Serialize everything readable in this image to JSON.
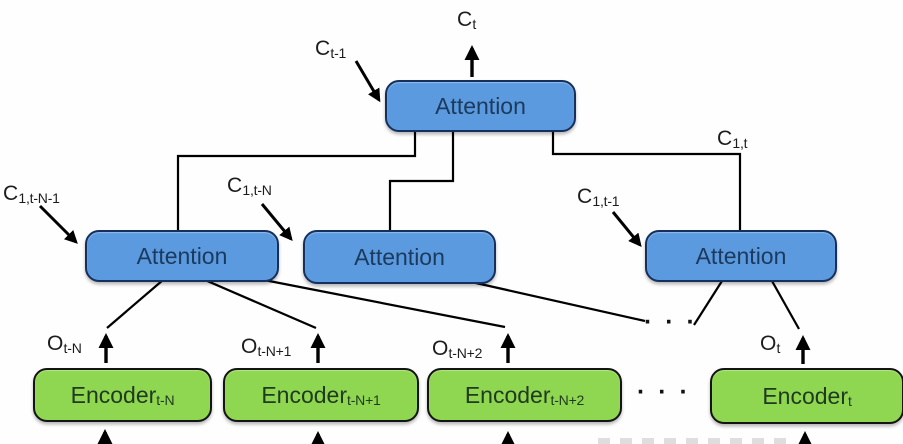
{
  "colors": {
    "attention_fill": "#5b9ade",
    "attention_border": "#16305e",
    "attention_text": "#1b3a5e",
    "encoder_fill": "#8fd750",
    "encoder_border": "#141414",
    "encoder_text": "#203a20",
    "line": "#000000",
    "label": "#1c1c1c"
  },
  "attention": {
    "top": "Attention",
    "left": "Attention",
    "middle": "Attention",
    "right": "Attention"
  },
  "encoders": [
    {
      "main": "Encoder",
      "sub": "t-N"
    },
    {
      "main": "Encoder",
      "sub": "t-N+1"
    },
    {
      "main": "Encoder",
      "sub": "t-N+2"
    },
    {
      "main": "Encoder",
      "sub": "t"
    }
  ],
  "labels": {
    "c_t": {
      "main": "C",
      "sub": "t"
    },
    "c_t_1": {
      "main": "C",
      "sub": "t-1"
    },
    "c_1_t_N_1": {
      "main": "C",
      "sub": "1,t-N-1"
    },
    "c_1_t_N": {
      "main": "C",
      "sub": "1,t-N"
    },
    "c_1_t": {
      "main": "C",
      "sub": "1,t"
    },
    "c_1_t_1": {
      "main": "C",
      "sub": "1,t-1"
    },
    "o_t_N": {
      "main": "O",
      "sub": "t-N"
    },
    "o_t_N_1": {
      "main": "O",
      "sub": "t-N+1"
    },
    "o_t_N_2": {
      "main": "O",
      "sub": "t-N+2"
    },
    "o_t": {
      "main": "O",
      "sub": "t"
    }
  },
  "ellipsis": {
    "attention_level": "· · ·",
    "encoder_level": "· · ·"
  }
}
